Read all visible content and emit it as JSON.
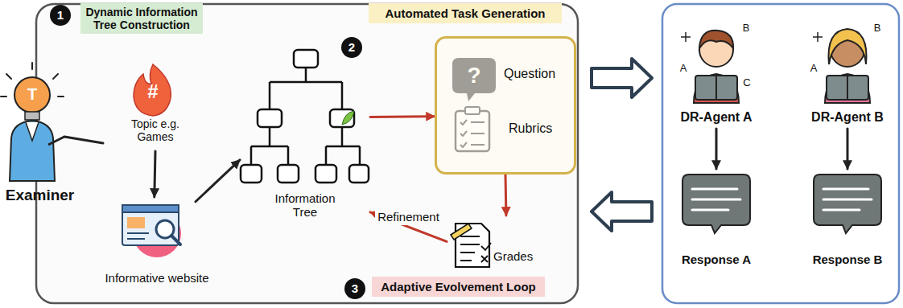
{
  "diagram": {
    "nodes": [
      {
        "text": [
          "Examiner"
        ]
      },
      {
        "text": [
          "Topic e.g. Games"
        ]
      },
      {
        "text": [
          "Informative website"
        ]
      },
      {
        "text": [
          "Information Tree"
        ]
      },
      {
        "text": [
          "Question",
          "Rubrics"
        ]
      },
      {
        "text": [
          "Grades"
        ]
      },
      {
        "text": [
          "DR-Agent A"
        ]
      },
      {
        "text": [
          "DR-Agent B"
        ]
      },
      {
        "text": [
          "Response A"
        ]
      },
      {
        "text": [
          "Response B"
        ]
      }
    ],
    "edges": [
      {
        "from": 1,
        "to": 2,
        "arrow": "to"
      },
      {
        "from": 2,
        "to": 3,
        "arrow": "to"
      },
      {
        "from": 3,
        "to": 4,
        "arrow": "to"
      },
      {
        "from": 4,
        "to": 5,
        "arrow": "to"
      },
      {
        "from": 5,
        "to": 3,
        "label": "Refinement",
        "arrow": "to"
      },
      {
        "from": 6,
        "to": 8,
        "arrow": "to"
      },
      {
        "from": 7,
        "to": 9,
        "arrow": "to"
      }
    ],
    "labels": [
      "1",
      "Dynamic Information Tree Construction",
      "2",
      "Automated Task Generation",
      "3",
      "Adaptive Evolvement Loop",
      "T",
      "#",
      "?",
      "A",
      "B",
      "C",
      "A",
      "B"
    ]
  }
}
